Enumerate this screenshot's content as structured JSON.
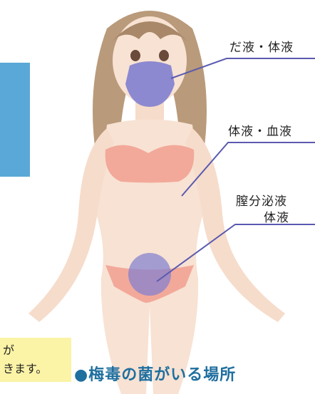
{
  "labels": {
    "mouth": "だ液・体液",
    "chest": "体液・血液",
    "genital_line1": "膣分泌液",
    "genital_line2": "体液"
  },
  "note": {
    "line1": "が",
    "line2": "きます。"
  },
  "heading": {
    "bullet": "●",
    "text": "梅毒の菌がいる場所"
  },
  "colors": {
    "accent": "#1f6f9f",
    "panel": "#5aa8d8",
    "highlight": "#7f7fd0",
    "note_bg": "#fbf3a6"
  }
}
